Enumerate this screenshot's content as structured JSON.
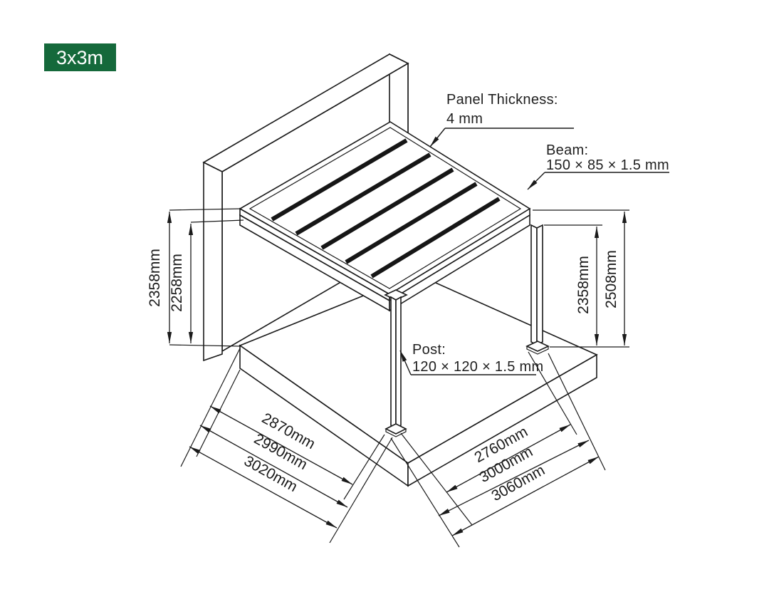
{
  "badge": {
    "label": "3x3m"
  },
  "colors": {
    "accent_green": "#15693B",
    "line": "#1a1a1a",
    "background": "#ffffff"
  },
  "callouts": {
    "panel_thickness": {
      "label": "Panel Thickness:",
      "value": "4 mm"
    },
    "beam": {
      "label": "Beam:",
      "value": "150 × 85 × 1.5 mm"
    },
    "post": {
      "label": "Post:",
      "value": "120 × 120 × 1.5 mm"
    }
  },
  "dimensions": {
    "left_outer": "2358mm",
    "left_inner": "2258mm",
    "right_inner": "2358mm",
    "right_outer": "2508mm",
    "bottom_left": [
      "2870mm",
      "2990mm",
      "3020mm"
    ],
    "bottom_right": [
      "2760mm",
      "3000mm",
      "3060mm"
    ]
  }
}
